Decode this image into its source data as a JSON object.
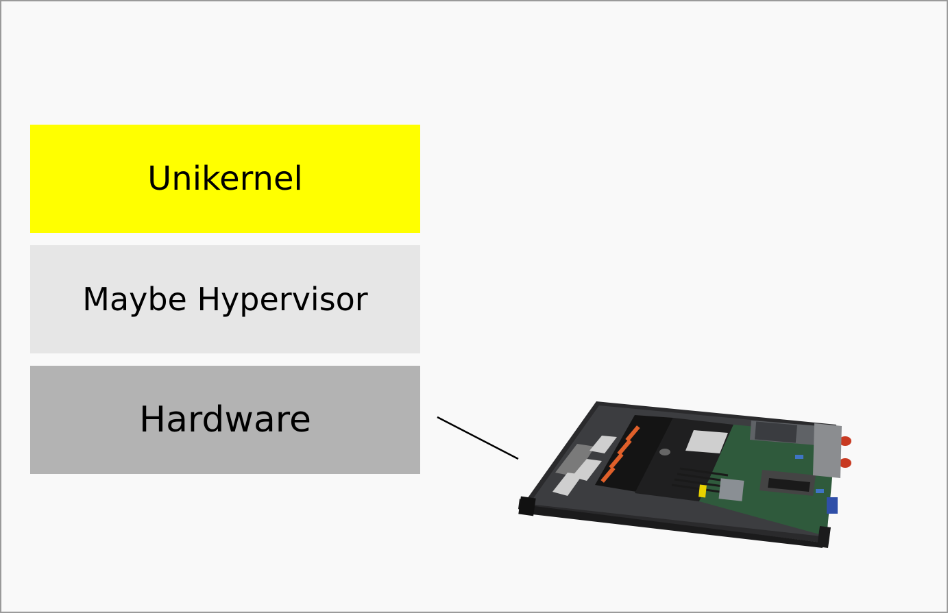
{
  "layers": [
    {
      "label": "Unikernel",
      "color": "#ffff00"
    },
    {
      "label": "Maybe Hypervisor",
      "color": "#e6e6e6"
    },
    {
      "label": "Hardware",
      "color": "#b3b3b3"
    }
  ],
  "connector": {
    "from": "Hardware",
    "to": "server-photo"
  },
  "server": {
    "image": "rack-server-icon"
  }
}
